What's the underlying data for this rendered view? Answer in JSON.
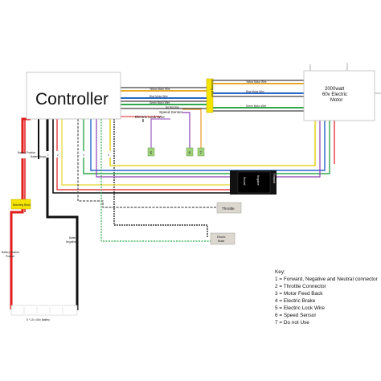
{
  "controller": {
    "title": "Controller"
  },
  "motor": {
    "line1": "2000watt",
    "line2": "60v Electric",
    "line3": "Motor"
  },
  "mounting_block_top": "Mounting Block",
  "mounting_block_bottom": "Mounting Block",
  "wires": {
    "yellow_left": "Yellow Motor Wire",
    "blue_left": "Blue Motor Wire",
    "green_left": "Green Motor Wire",
    "yellow_right": "Yellow Motor Wire",
    "blue_right": "Blue Motor Wire",
    "green_right": "Green Motor Wire",
    "do_not_use": "Do Not Use",
    "speed_sensor": "Speed Sensor",
    "electric_lock": "Electric Lock Wire"
  },
  "connectors": {
    "battery_positive": "Battery Positive",
    "battery_negative": "Battery Negative",
    "n1": "1",
    "n2": "2",
    "n3": "3",
    "n4": "4",
    "n5": "5",
    "n6": "6",
    "n7": "7"
  },
  "switch": {
    "forward": "Forward",
    "neutral": "Neutral",
    "negative": "Negative"
  },
  "throttle": "Throttle",
  "ebrake_line1": "Electric",
  "ebrake_line2": "Brake",
  "battery_pos_line1": "Battery Positive",
  "battery_pos_line2": "Positive",
  "battery_neg_line1": "Battery",
  "battery_neg_line2": "Negative",
  "battery_pack": "5 * 12v =60v Battery",
  "key": {
    "title": "Key:",
    "items": [
      "1 = Forward, Negative and Neutral connector",
      "2 = Throttle Connector",
      "3 = Motor Feed Back",
      "4 = Electric Brake",
      "5 = Electric Lock Wire",
      "6 = Speed Sensor",
      "7 = Do not Use"
    ]
  }
}
